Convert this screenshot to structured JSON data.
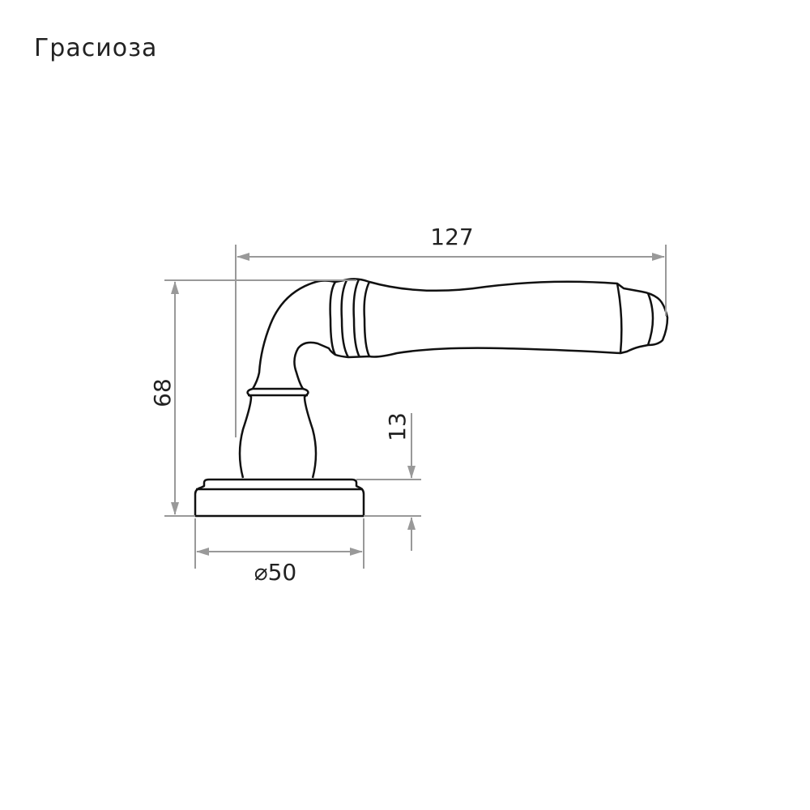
{
  "title": "Грасиоза",
  "dimensions": {
    "length": "127",
    "height": "68",
    "base_height": "13",
    "diameter": "⌀50"
  },
  "colors": {
    "outline": "#111111",
    "dimension_line": "#999999",
    "text": "#222222"
  }
}
